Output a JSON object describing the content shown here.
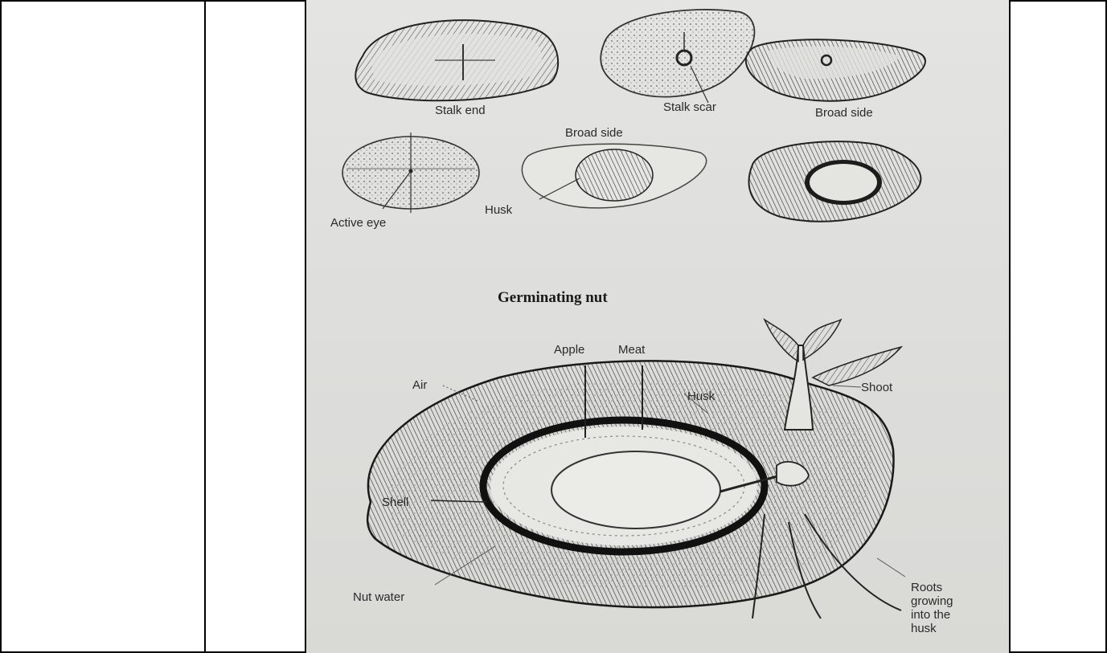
{
  "figure": {
    "top_labels": {
      "stalk_end": "Stalk end",
      "stalk_scar": "Stalk scar",
      "broad_side_right": "Broad side",
      "broad_side_center": "Broad side",
      "active_eye": "Active eye",
      "husk_small": "Husk"
    },
    "title": "Germinating nut",
    "main_labels": {
      "apple": "Apple",
      "meat": "Meat",
      "air": "Air",
      "husk": "Husk",
      "shoot": "Shoot",
      "shell": "Shell",
      "nut_water": "Nut water",
      "roots_1": "Roots",
      "roots_2": "growing",
      "roots_3": "into the",
      "roots_4": "husk"
    }
  }
}
